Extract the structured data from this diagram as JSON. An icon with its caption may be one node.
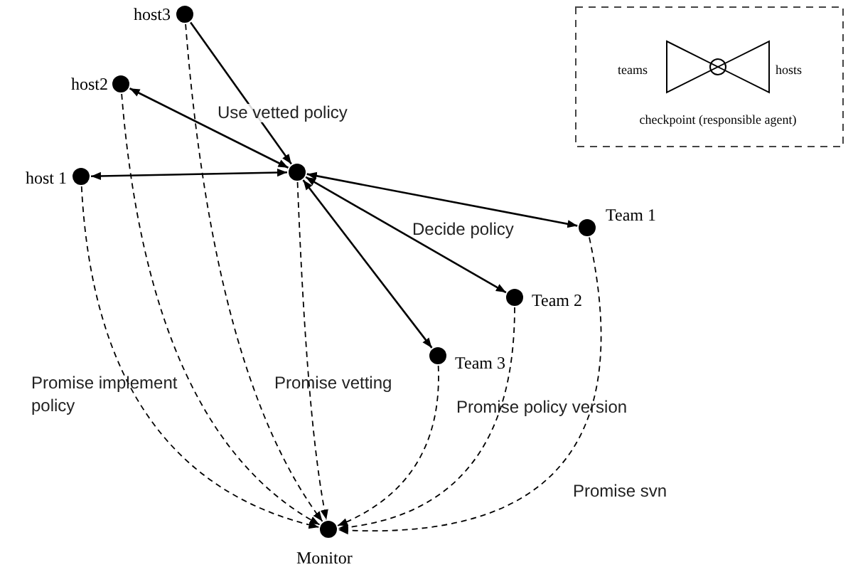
{
  "diagram": {
    "nodes": [
      {
        "text": [],
        "shape": "circle",
        "beside": [
          "host3"
        ]
      },
      {
        "text": [],
        "shape": "circle",
        "beside": [
          "host2"
        ]
      },
      {
        "text": [],
        "shape": "circle",
        "beside": [
          "host 1"
        ]
      },
      {
        "text": [],
        "shape": "circle"
      },
      {
        "text": [],
        "shape": "circle",
        "beside": [
          "Team 1"
        ]
      },
      {
        "text": [],
        "shape": "circle",
        "beside": [
          "Team 2"
        ]
      },
      {
        "text": [],
        "shape": "circle",
        "beside": [
          "Team 3"
        ]
      },
      {
        "text": [],
        "shape": "circle",
        "beside": [
          "Monitor"
        ]
      }
    ],
    "edges": [
      {
        "from": 0,
        "to": 3,
        "arrow": "to"
      },
      {
        "from": 1,
        "to": 3,
        "arrow": "both"
      },
      {
        "from": 2,
        "to": 3,
        "arrow": "both"
      },
      {
        "from": 3,
        "to": 4,
        "arrow": "both"
      },
      {
        "from": 3,
        "to": 5,
        "arrow": "both"
      },
      {
        "from": 3,
        "to": 6,
        "arrow": "both"
      },
      {
        "from": 2,
        "to": 7,
        "arrow": "to",
        "style": "dashed"
      },
      {
        "from": 1,
        "to": 7,
        "arrow": "to",
        "style": "dashed"
      },
      {
        "from": 0,
        "to": 7,
        "arrow": "to",
        "style": "dashed"
      },
      {
        "from": 3,
        "to": 7,
        "arrow": "to",
        "style": "dashed"
      },
      {
        "from": 6,
        "to": 7,
        "arrow": "to",
        "style": "dashed"
      },
      {
        "from": 5,
        "to": 7,
        "arrow": "to",
        "style": "dashed"
      },
      {
        "from": 4,
        "to": 7,
        "arrow": "to",
        "style": "dashed"
      }
    ],
    "labels": [
      "teams",
      "hosts",
      "checkpoint (responsible agent)",
      "Use vetted policy",
      "Decide policy",
      "Promise implement policy",
      "Promise vetting",
      "Promise policy version",
      "Promise svn"
    ]
  }
}
